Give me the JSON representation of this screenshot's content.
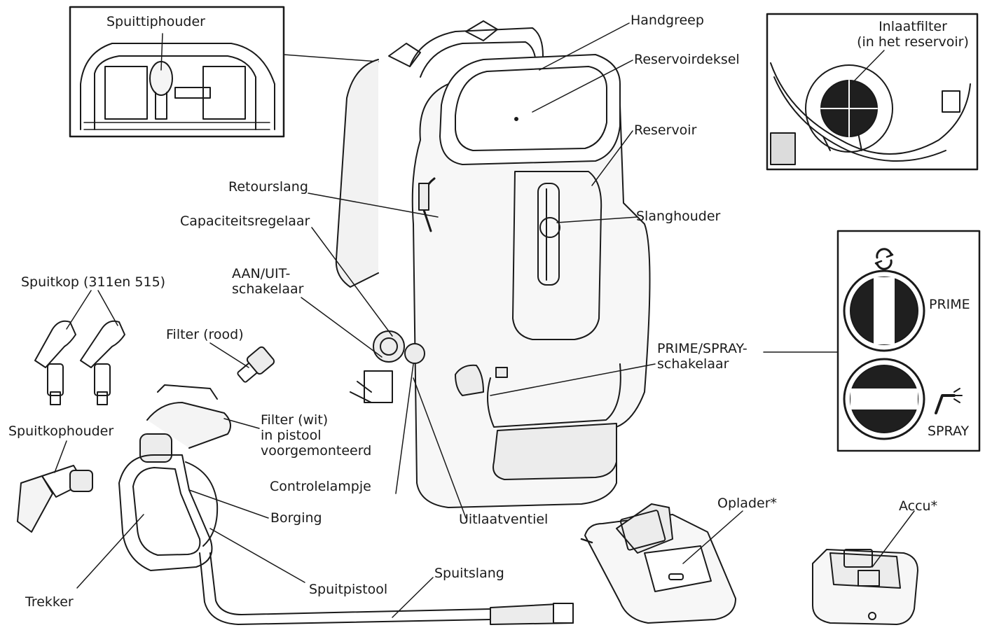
{
  "labels": {
    "spuittiphouder": "Spuittiphouder",
    "handgreep": "Handgreep",
    "reservoirdeksel": "Reservoirdeksel",
    "reservoir": "Reservoir",
    "inlaatfilter_1": "Inlaatfilter",
    "inlaatfilter_2": "(in het reservoir)",
    "retourslang": "Retourslang",
    "slanghouder": "Slanghouder",
    "capaciteitsregelaar": "Capaciteitsregelaar",
    "aanuit_1": "AAN/UIT-",
    "aanuit_2": "schakelaar",
    "spuitkop": "Spuitkop (311en 515)",
    "filter_rood": "Filter (rood)",
    "primespray_1": "PRIME/SPRAY-",
    "primespray_2": "schakelaar",
    "prime": "PRIME",
    "spray": "SPRAY",
    "spuitkophouder": "Spuitkophouder",
    "filter_wit_1": "Filter (wit)",
    "filter_wit_2": "in pistool",
    "filter_wit_3": "voorgemonteerd",
    "controlelampje": "Controlelampje",
    "borging": "Borging",
    "uitlaatventiel": "Uitlaatventiel",
    "oplader": "Oplader*",
    "accu": "Accu*",
    "spuitpistool": "Spuitpistool",
    "spuitslang": "Spuitslang",
    "trekker": "Trekker"
  },
  "icons": {
    "prime_icon": "refresh-cycle-icon",
    "spray_icon": "spray-gun-icon"
  },
  "colors": {
    "ink": "#1a1a1a",
    "fill_light": "#ececec",
    "background": "#ffffff"
  }
}
